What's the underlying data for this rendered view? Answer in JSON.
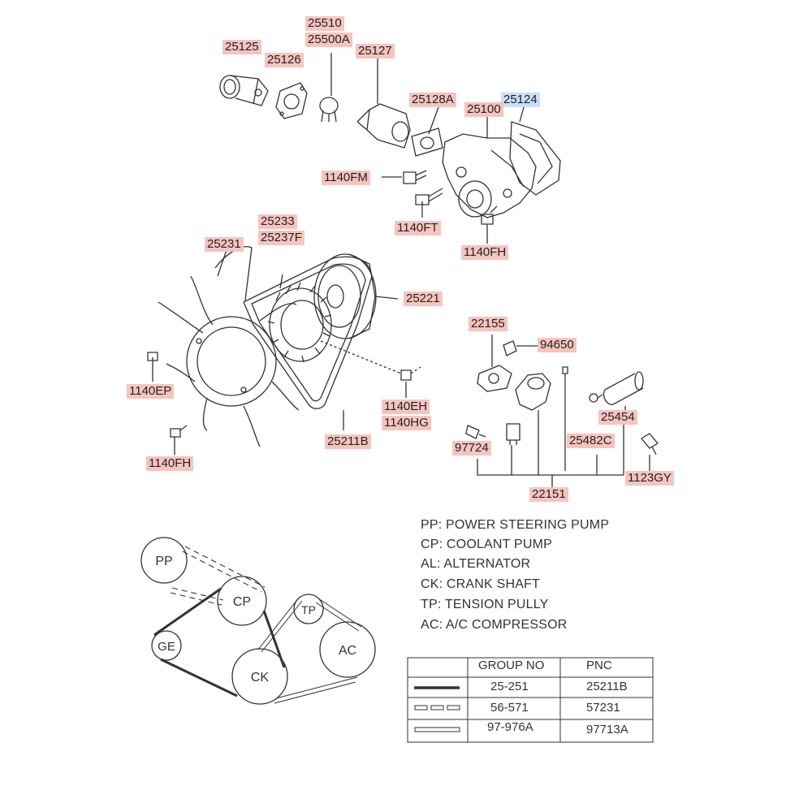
{
  "colors": {
    "label_bg": "#f6c4bf",
    "label_highlight_bg": "#c9dff8",
    "line": "#333333"
  },
  "labels": [
    {
      "id": "25510",
      "text": "25510",
      "highlight": false
    },
    {
      "id": "25500A",
      "text": "25500A",
      "highlight": false
    },
    {
      "id": "25125",
      "text": "25125",
      "highlight": false
    },
    {
      "id": "25127",
      "text": "25127",
      "highlight": false
    },
    {
      "id": "25126",
      "text": "25126",
      "highlight": false
    },
    {
      "id": "25128A",
      "text": "25128A",
      "highlight": false
    },
    {
      "id": "25124",
      "text": "25124",
      "highlight": true
    },
    {
      "id": "25100",
      "text": "25100",
      "highlight": false
    },
    {
      "id": "1140FM",
      "text": "1140FM",
      "highlight": false
    },
    {
      "id": "1140FT",
      "text": "1140FT",
      "highlight": false
    },
    {
      "id": "1140FH_top",
      "text": "1140FH",
      "highlight": false
    },
    {
      "id": "25233",
      "text": "25233",
      "highlight": false
    },
    {
      "id": "25237F",
      "text": "25237F",
      "highlight": false
    },
    {
      "id": "25231",
      "text": "25231",
      "highlight": false
    },
    {
      "id": "25221",
      "text": "25221",
      "highlight": false
    },
    {
      "id": "22155",
      "text": "22155",
      "highlight": false
    },
    {
      "id": "94650",
      "text": "94650",
      "highlight": false
    },
    {
      "id": "1140EP",
      "text": "1140EP",
      "highlight": false
    },
    {
      "id": "1140EH",
      "text": "1140EH",
      "highlight": false
    },
    {
      "id": "1140HG",
      "text": "1140HG",
      "highlight": false
    },
    {
      "id": "25211B",
      "text": "25211B",
      "highlight": false
    },
    {
      "id": "25454",
      "text": "25454",
      "highlight": false
    },
    {
      "id": "25482C",
      "text": "25482C",
      "highlight": false
    },
    {
      "id": "97724",
      "text": "97724",
      "highlight": false
    },
    {
      "id": "1140FH_bottom",
      "text": "1140FH",
      "highlight": false
    },
    {
      "id": "1123GY",
      "text": "1123GY",
      "highlight": false
    },
    {
      "id": "22151",
      "text": "22151",
      "highlight": false
    }
  ],
  "legend": [
    "PP: POWER STEERING PUMP",
    "CP: COOLANT PUMP",
    "AL: ALTERNATOR",
    "CK: CRANK SHAFT",
    "TP: TENSION PULLY",
    "AC: A/C COMPRESSOR"
  ],
  "pulleys": [
    {
      "id": "pp",
      "text": "PP"
    },
    {
      "id": "cp",
      "text": "CP"
    },
    {
      "id": "tp",
      "text": "TP"
    },
    {
      "id": "ge",
      "text": "GE"
    },
    {
      "id": "ac",
      "text": "AC"
    },
    {
      "id": "ck",
      "text": "CK"
    }
  ],
  "table": {
    "headers": [
      "GROUP NO",
      "PNC"
    ],
    "rows": [
      {
        "line_style": "thick",
        "group_no": "25-251",
        "pnc": "25211B"
      },
      {
        "line_style": "dashed-double",
        "group_no": "56-571",
        "pnc": "57231"
      },
      {
        "line_style": "double",
        "group_no": "97-976A",
        "pnc": "97713A"
      }
    ]
  }
}
